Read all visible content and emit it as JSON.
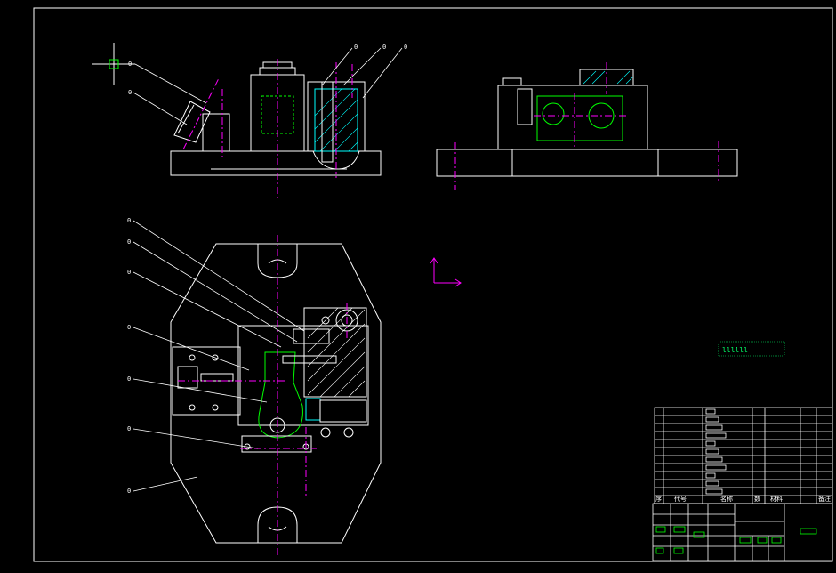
{
  "drawing": {
    "background": "#000000",
    "colors": {
      "outline": "#ffffff",
      "centerline": "#ff00ff",
      "hidden": "#00ff00",
      "section": "#00ffff",
      "hatch": "#ffffff",
      "ucs": "#ff00ff"
    },
    "part_callouts": {
      "front_view": [
        "0",
        "0",
        "0",
        "0",
        "0"
      ],
      "plan_view": [
        "0",
        "0",
        "0",
        "0",
        "0",
        "0",
        "0"
      ]
    },
    "technical_note": "llllll",
    "ucs_icon": "ucs-axis-icon"
  },
  "bom_table": {
    "header": [
      "序",
      "代号",
      "名称",
      "数",
      "材料",
      "备注"
    ],
    "row_count": 11
  },
  "title_block": {
    "grid_cells": 24
  }
}
